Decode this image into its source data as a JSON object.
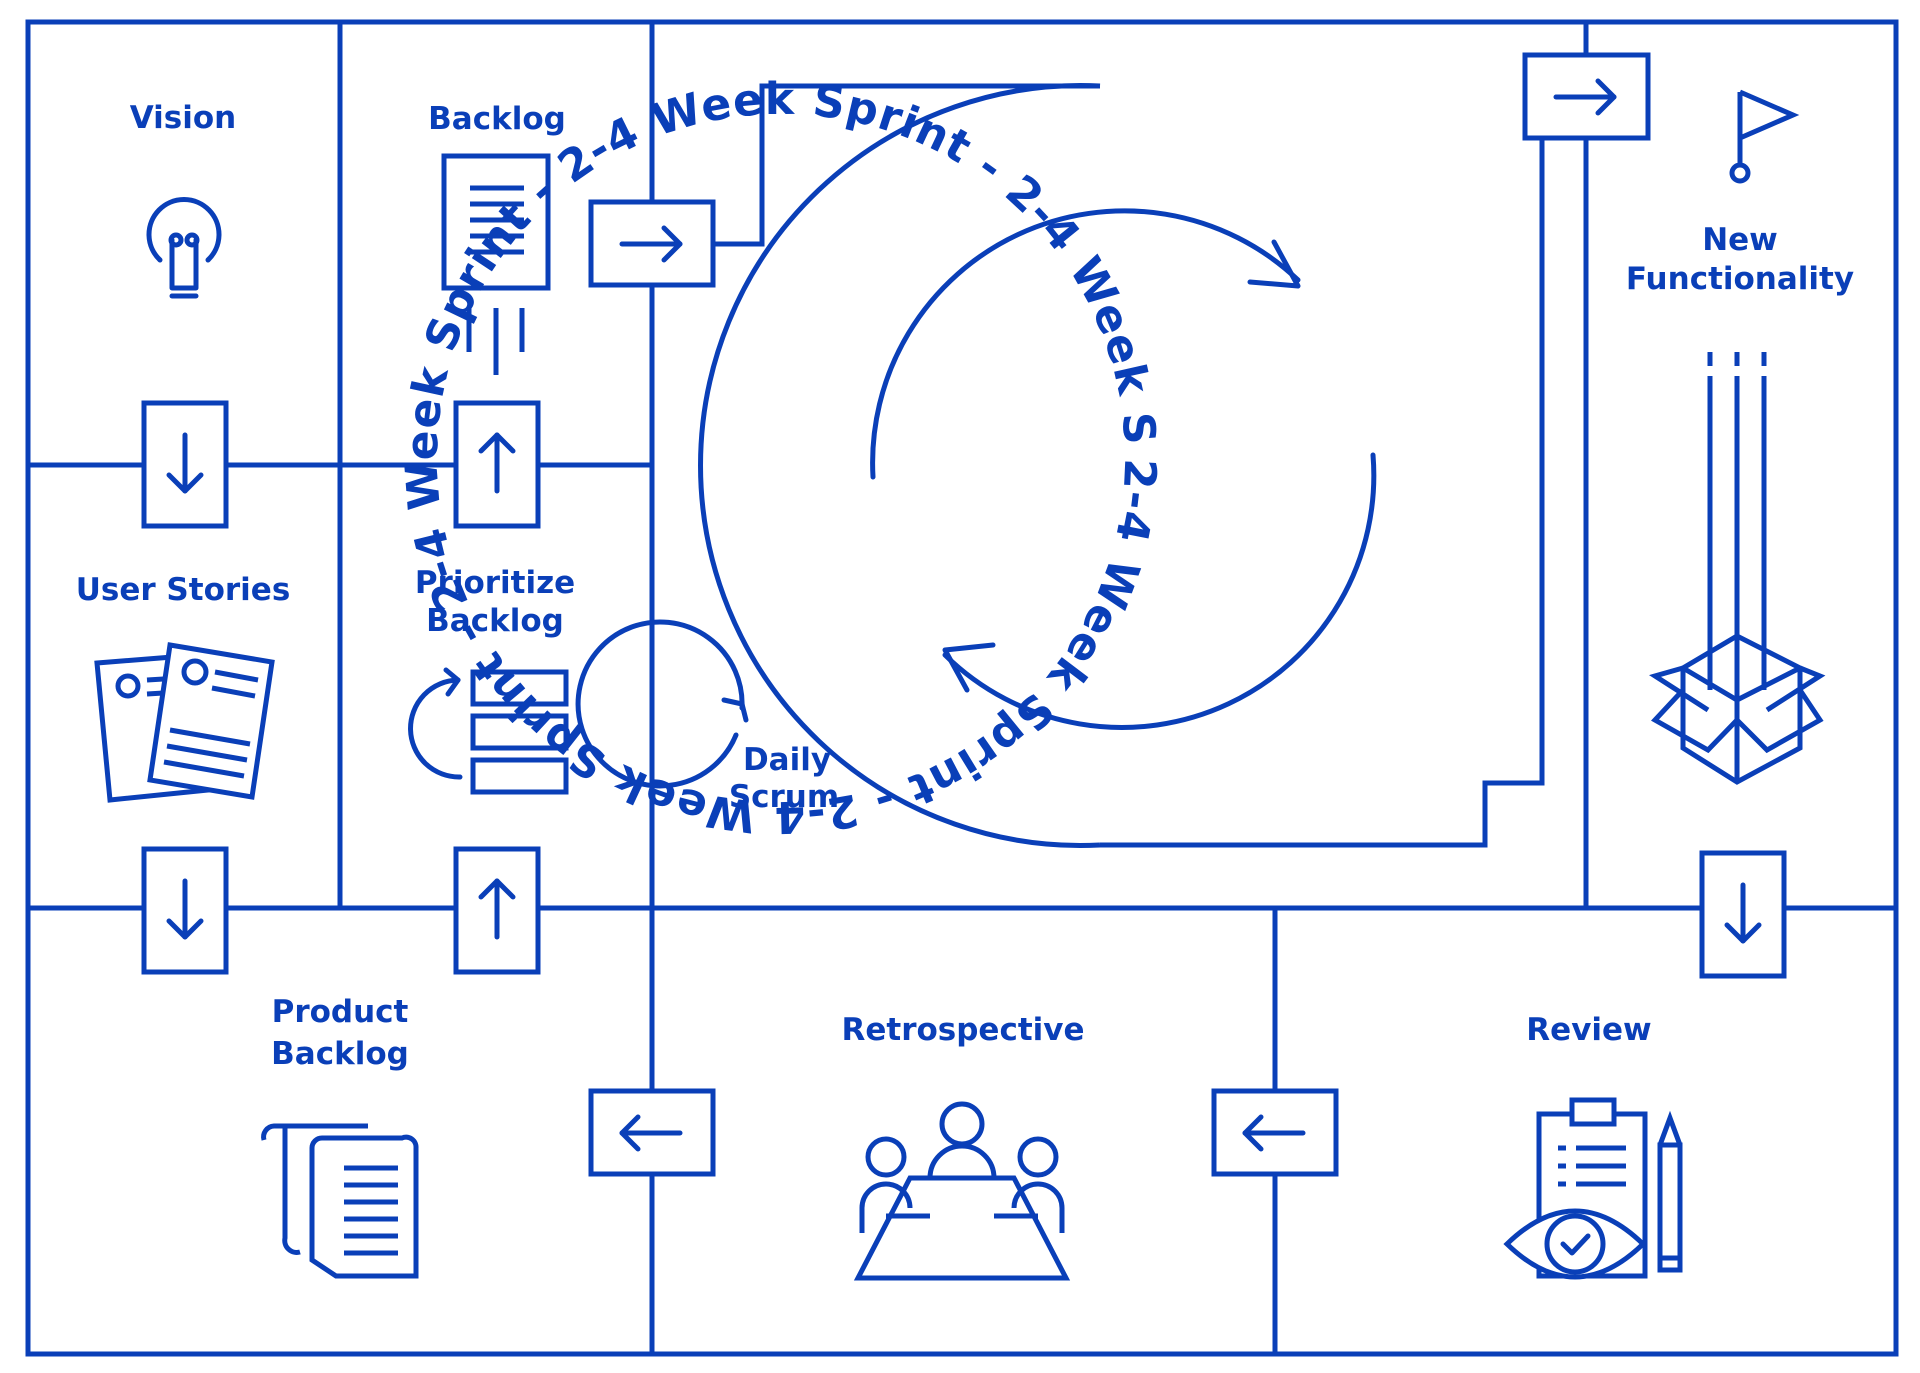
{
  "colors": {
    "primary": "#0a3fb8",
    "background": "#ffffff"
  },
  "labels": {
    "vision": "Vision",
    "backlog": "Backlog",
    "user_stories": "User Stories",
    "prioritize_1": "Prioritize",
    "prioritize_2": "Backlog",
    "new_func_1": "New",
    "new_func_2": "Functionality",
    "daily_1": "Daily",
    "daily_2": "Scrum",
    "product_1": "Product",
    "product_2": "Backlog",
    "retrospective": "Retrospective",
    "review": "Review"
  },
  "sprint_ring_text": "2-4 Week Sprint - 2-4 Week Sprint - 2-4 Week Sprint - 2-4 Week Sprint - 2-4 Week Sprint -",
  "icons": [
    "lightbulb-icon",
    "document-icon",
    "user-stories-icon",
    "stack-icon",
    "flag-icon",
    "box-icon",
    "scroll-icon",
    "meeting-icon",
    "clipboard-eye-icon"
  ]
}
